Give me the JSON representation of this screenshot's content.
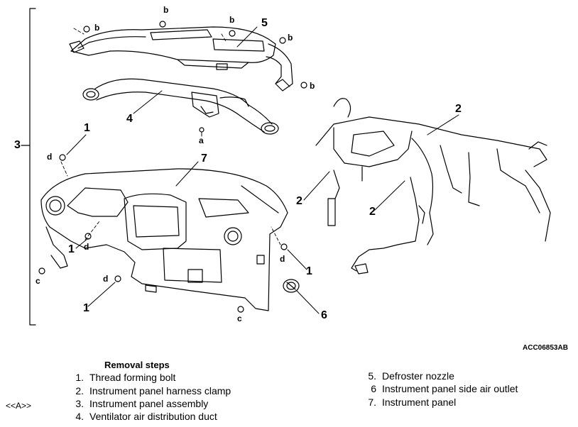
{
  "figure_code": "ACC06853AB",
  "callouts": {
    "n1": "1",
    "n2": "2",
    "n3": "3",
    "n4": "4",
    "n5": "5",
    "n6": "6",
    "n7": "7",
    "a": "a",
    "b": "b",
    "c": "c",
    "d": "d"
  },
  "removal": {
    "title": "Removal steps",
    "ref_tag": "<<A>>",
    "steps_left": [
      {
        "num": "1.",
        "text": "Thread forming bolt"
      },
      {
        "num": "2.",
        "text": "Instrument panel harness clamp"
      },
      {
        "num": "3.",
        "text": "Instrument panel assembly"
      },
      {
        "num": "4.",
        "text": "Ventilator air distribution duct"
      }
    ],
    "steps_right": [
      {
        "num": "5.",
        "text": "Defroster nozzle"
      },
      {
        "num": "6",
        "text": "Instrument panel side air outlet"
      },
      {
        "num": "7.",
        "text": "Instrument panel"
      }
    ]
  }
}
